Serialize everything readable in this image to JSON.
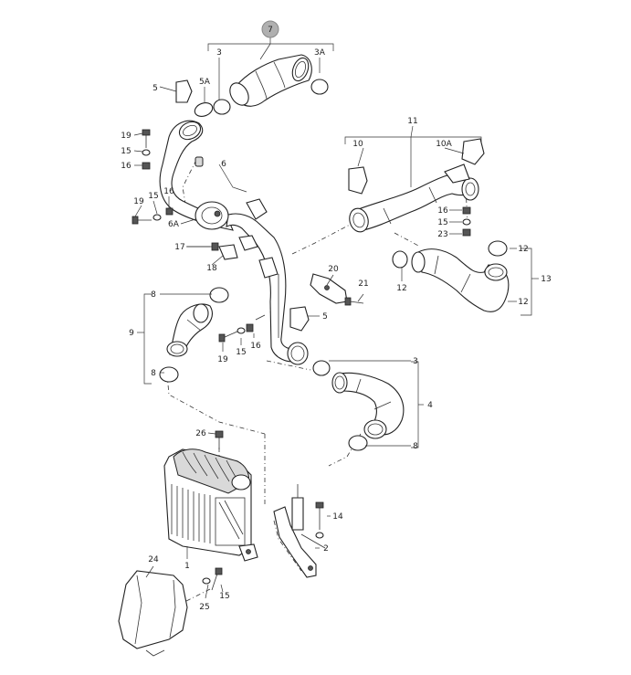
{
  "diagram": {
    "callouts": {
      "group_header": "7",
      "l3a": "3",
      "l3A_top": "3A",
      "l5a": "5",
      "l5A": "5A",
      "l19a": "19",
      "l15a": "15",
      "l16a": "16",
      "l6": "6",
      "l16b": "16",
      "l15b": "15",
      "l19b": "19",
      "l6A": "6A",
      "l17": "17",
      "l18": "18",
      "l11": "11",
      "l10": "10",
      "l10A": "10A",
      "l16c": "16",
      "l15c": "15",
      "l23": "23",
      "l12a": "12",
      "l12b": "12",
      "l12c": "12",
      "l13": "13",
      "l20": "20",
      "l21": "21",
      "l5b": "5",
      "l8a": "8",
      "l9": "9",
      "l8b": "8",
      "l19c": "19",
      "l15d": "15",
      "l16d": "16",
      "l3b": "3",
      "l4": "4",
      "l8c": "8",
      "l26": "26",
      "l14": "14",
      "l2": "2",
      "l1": "1",
      "l24": "24",
      "l25": "25",
      "l15e": "15"
    }
  }
}
